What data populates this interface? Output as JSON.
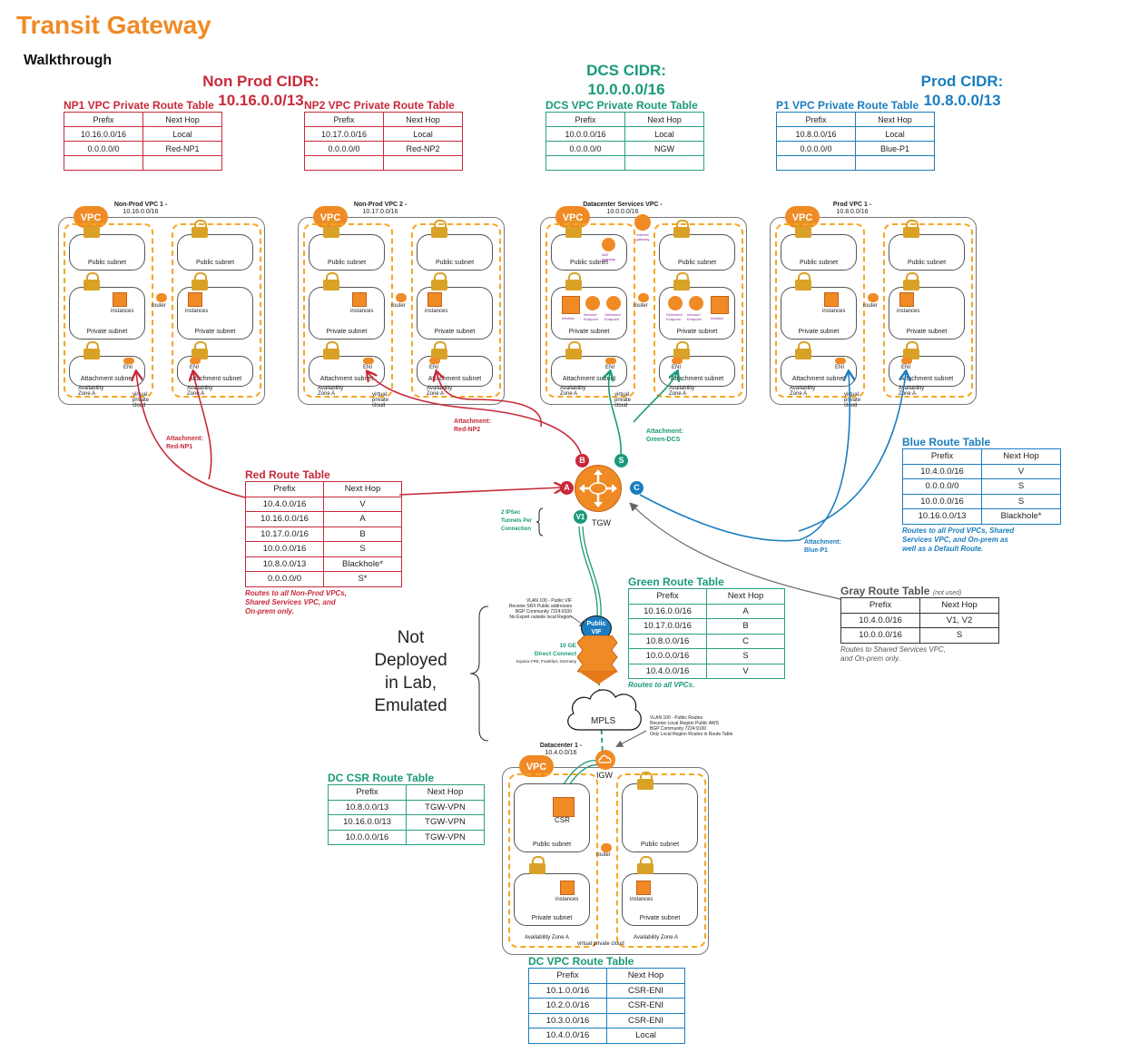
{
  "header": {
    "title": "Transit Gateway",
    "subtitle": "Walkthrough"
  },
  "cidrs": {
    "nonprod": {
      "line1": "Non Prod CIDR:",
      "line2": "10.16.0.0/13"
    },
    "dcs": {
      "line1": "DCS CIDR:",
      "line2": "10.0.0.0/16"
    },
    "prod": {
      "line1": "Prod CIDR:",
      "line2": "10.8.0.0/13"
    }
  },
  "colors": {
    "orange": "#f08a24",
    "red": "#c8293a",
    "green": "#1a9a7a",
    "blue": "#1b7dbf",
    "gray": "#666666"
  },
  "vpc_route_tables": {
    "np1": {
      "title": "NP1 VPC Private Route Table",
      "headers": [
        "Prefix",
        "Next Hop"
      ],
      "rows": [
        [
          "10.16.0.0/16",
          "Local"
        ],
        [
          "0.0.0.0/0",
          "Red-NP1"
        ],
        [
          "",
          ""
        ]
      ]
    },
    "np2": {
      "title": "NP2 VPC Private Route Table",
      "headers": [
        "Prefix",
        "Next Hop"
      ],
      "rows": [
        [
          "10.17.0.0/16",
          "Local"
        ],
        [
          "0.0.0.0/0",
          "Red-NP2"
        ],
        [
          "",
          ""
        ]
      ]
    },
    "dcs": {
      "title": "DCS VPC Private Route Table",
      "headers": [
        "Prefix",
        "Next Hop"
      ],
      "rows": [
        [
          "10.0.0.0/16",
          "Local"
        ],
        [
          "0.0.0.0/0",
          "NGW"
        ],
        [
          "",
          ""
        ]
      ]
    },
    "p1": {
      "title": "P1 VPC Private Route Table",
      "headers": [
        "Prefix",
        "Next Hop"
      ],
      "rows": [
        [
          "10.8.0.0/16",
          "Local"
        ],
        [
          "0.0.0.0/0",
          "Blue-P1"
        ],
        [
          "",
          ""
        ]
      ]
    }
  },
  "vpcs": {
    "np1": {
      "name": "Non-Prod VPC 1 -",
      "cidr": "10.16.0.0/16"
    },
    "np2": {
      "name": "Non-Prod VPC 2 -",
      "cidr": "10.17.0.0/16"
    },
    "dcs": {
      "name": "Datacenter Services VPC -",
      "cidr": "10.0.0.0/16"
    },
    "p1": {
      "name": "Prod VPC 1 -",
      "cidr": "10.8.0.0/16"
    },
    "dc": {
      "name": "Datacenter 1 -",
      "cidr": "10.4.0.0/16"
    }
  },
  "vpc_labels": {
    "vpc": "VPC",
    "public_subnet": "Public subnet",
    "private_subnet": "Private subnet",
    "attachment_subnet": "Attachment subnet",
    "instances": "instances",
    "router": "router",
    "eni": "ENI",
    "az": "Availability Zone A",
    "virtual_private_cloud": "virtual private cloud",
    "nat_gateway": "NAT gateway",
    "internet_gateway": "internet gateway",
    "infoblox": "Infoblox",
    "inbound_endpoint": "Inbound Endpoint",
    "outbound_endpoint": "Outbound Endpoint",
    "csr": "CSR",
    "igw": "IGW"
  },
  "attachments": {
    "red_np1": {
      "line1": "Attachment:",
      "line2": "Red-NP1"
    },
    "red_np2": {
      "line1": "Attachment:",
      "line2": "Red-NP2"
    },
    "green_dcs": {
      "line1": "Attachment:",
      "line2": "Green-DCS"
    },
    "blue_p1": {
      "line1": "Attachment:",
      "line2": "Blue-P1"
    }
  },
  "tgw": {
    "label": "TGW",
    "badges": {
      "a": "A",
      "b": "B",
      "s": "S",
      "c": "C",
      "v1": "V1"
    },
    "ipsec_note": [
      "2 IPSec",
      "Tunnels Per",
      "Connection"
    ]
  },
  "tgw_route_tables": {
    "red": {
      "title": "Red Route Table",
      "headers": [
        "Prefix",
        "Next Hop"
      ],
      "rows": [
        [
          "10.4.0.0/16",
          "V"
        ],
        [
          "10.16.0.0/16",
          "A"
        ],
        [
          "10.17.0.0/16",
          "B"
        ],
        [
          "10.0.0.0/16",
          "S"
        ],
        [
          "10.8.0.0/13",
          "Blackhole*"
        ],
        [
          "0.0.0.0/0",
          "S*"
        ]
      ],
      "note": [
        "Routes to all Non-Prod VPCs,",
        "Shared Services VPC, and",
        "On-prem only."
      ]
    },
    "blue": {
      "title": "Blue Route Table",
      "headers": [
        "Prefix",
        "Next Hop"
      ],
      "rows": [
        [
          "10.4.0.0/16",
          "V"
        ],
        [
          "0.0.0.0/0",
          "S"
        ],
        [
          "10.0.0.0/16",
          "S"
        ],
        [
          "10.16.0.0/13",
          "Blackhole*"
        ]
      ],
      "note": [
        "Routes to all Prod VPCs, Shared",
        "Services VPC, and On-prem as",
        "well as a Default Route."
      ]
    },
    "green": {
      "title": "Green Route Table",
      "headers": [
        "Prefix",
        "Next Hop"
      ],
      "rows": [
        [
          "10.16.0.0/16",
          "A"
        ],
        [
          "10.17.0.0/16",
          "B"
        ],
        [
          "10.8.0.0/16",
          "C"
        ],
        [
          "10.0.0.0/16",
          "S"
        ],
        [
          "10.4.0.0/16",
          "V"
        ]
      ],
      "note": [
        "Routes to all VPCs."
      ]
    },
    "gray": {
      "title": "Gray Route Table",
      "title_suffix": "(not used)",
      "headers": [
        "Prefix",
        "Next Hop"
      ],
      "rows": [
        [
          "10.4.0.0/16",
          "V1, V2"
        ],
        [
          "10.0.0.0/16",
          "S"
        ]
      ],
      "note": [
        "Routes to Shared Services VPC,",
        "and On-prem only."
      ]
    }
  },
  "direct_connect": {
    "public_vif": [
      "Public",
      "VIF"
    ],
    "vif_note": [
      "VLAN 100 - Public VIF",
      "Receive SRX Public addresses",
      "BGP Community 7224:9100",
      "No Export outside local Region"
    ],
    "dx_label": [
      "10 GE",
      "Direct Connect"
    ],
    "location": "Equinix FR5, Frankfurt, Germany",
    "mpls": "MPLS",
    "igw_note": [
      "VLAN 100 - Public Routes",
      "Receive Local Region Public AWS",
      "BGP Community 7224:9100",
      "Only Local Region Routes in Route Table"
    ]
  },
  "not_deployed": [
    "Not",
    "Deployed",
    "in Lab,",
    "Emulated"
  ],
  "dc_route_tables": {
    "csr": {
      "title": "DC CSR Route Table",
      "headers": [
        "Prefix",
        "Next Hop"
      ],
      "rows": [
        [
          "10.8.0.0/13",
          "TGW-VPN"
        ],
        [
          "10.16.0.0/13",
          "TGW-VPN"
        ],
        [
          "10.0.0.0/16",
          "TGW-VPN"
        ]
      ]
    },
    "dc_vpc": {
      "title": "DC VPC Route Table",
      "headers": [
        "Prefix",
        "Next Hop"
      ],
      "rows": [
        [
          "10.1.0.0/16",
          "CSR-ENI"
        ],
        [
          "10.2.0.0/16",
          "CSR-ENI"
        ],
        [
          "10.3.0.0/16",
          "CSR-ENI"
        ],
        [
          "10.4.0.0/16",
          "Local"
        ]
      ]
    }
  }
}
